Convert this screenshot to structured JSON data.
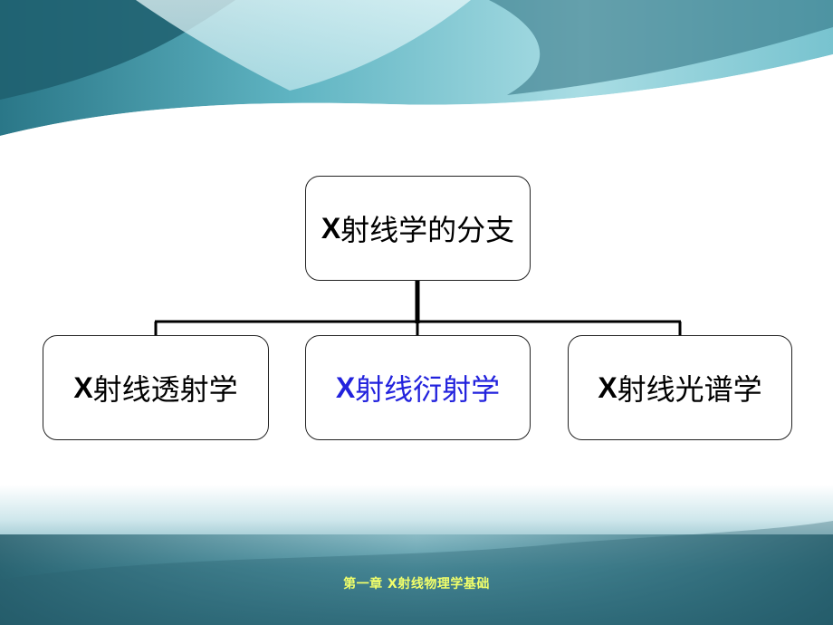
{
  "diagram": {
    "root": {
      "label_x": "X",
      "label_rest": "射线学的分支"
    },
    "children": [
      {
        "label_x": "X",
        "label_rest": "射线透射学",
        "color": "#000000"
      },
      {
        "label_x": "X",
        "label_rest": "射线衍射学",
        "color": "#2222dd"
      },
      {
        "label_x": "X",
        "label_rest": "射线光谱学",
        "color": "#000000"
      }
    ]
  },
  "footer": {
    "text": "第一章  X射线物理学基础"
  },
  "colors": {
    "teal_dark": "#2f6f80",
    "teal_light": "#cfeef2",
    "footer_text": "#f2ff6a",
    "highlight_blue": "#2222dd"
  }
}
